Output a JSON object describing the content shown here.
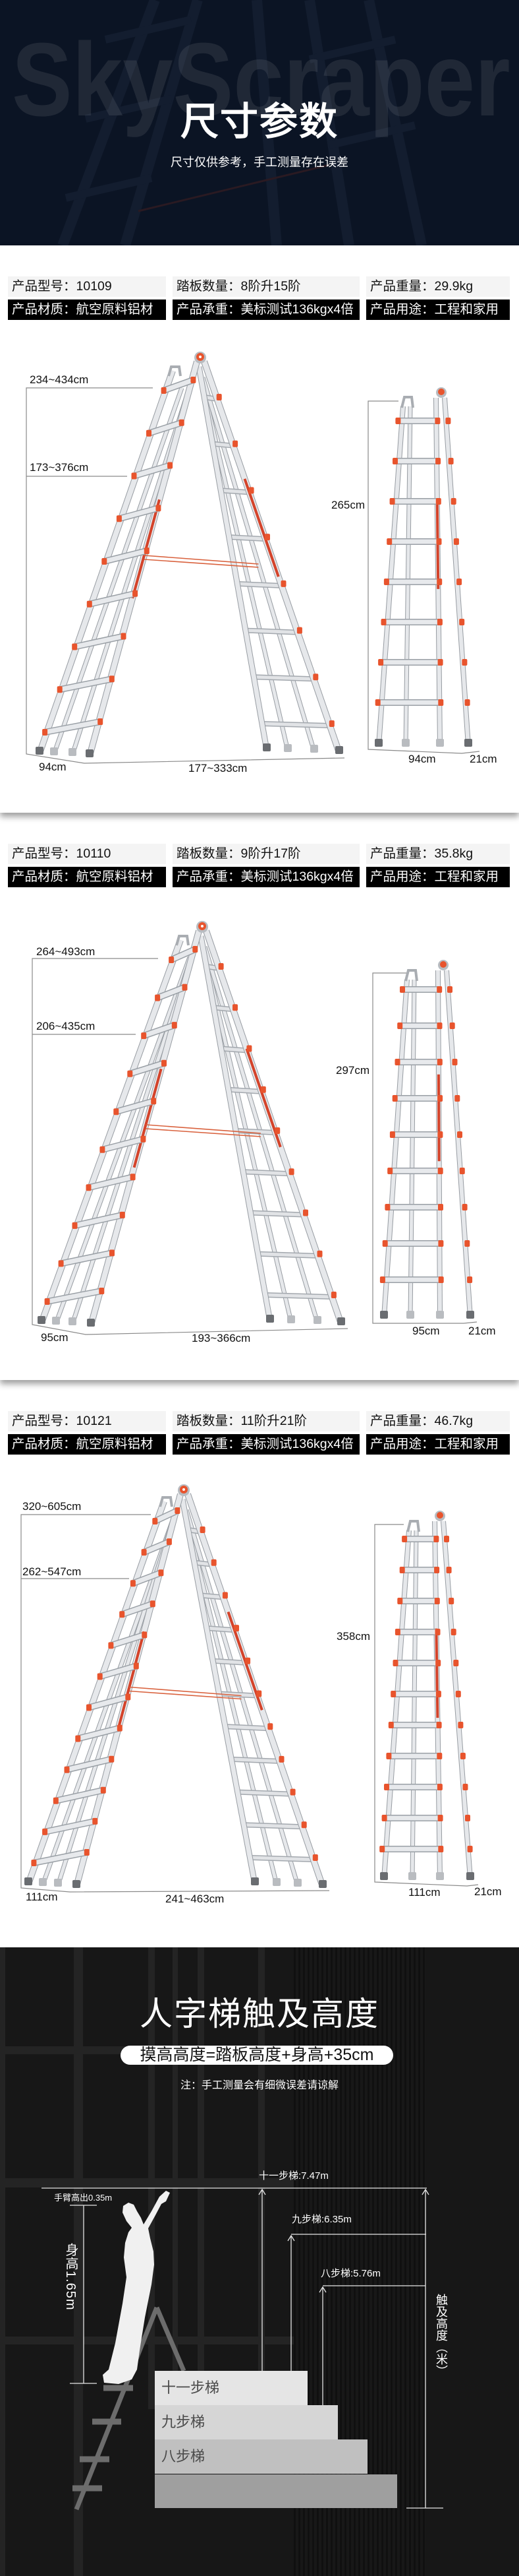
{
  "header": {
    "watermark": "SkyScraper",
    "title": "尺寸参数",
    "subtitle": "尺寸仅供参考，手工测量存在误差"
  },
  "labels": {
    "model": "产品型号：",
    "steps": "踏板数量：",
    "weight": "产品重量：",
    "material": "产品材质：",
    "load": "产品承重：",
    "usage": "产品用途："
  },
  "products": [
    {
      "model": "10109",
      "steps": "8阶升15阶",
      "weight": "29.9kg",
      "material": "航空原料铝材",
      "load": "美标测试136kgx4倍",
      "usage": "工程和家用",
      "dims": {
        "max_height": "234~434cm",
        "a_frame_height": "173~376cm",
        "base_depth": "94cm",
        "a_frame_spread": "177~333cm",
        "folded_height": "265cm",
        "folded_width": "94cm",
        "folded_depth": "21cm"
      }
    },
    {
      "model": "10110",
      "steps": "9阶升17阶",
      "weight": "35.8kg",
      "material": "航空原料铝材",
      "load": "美标测试136kgx4倍",
      "usage": "工程和家用",
      "dims": {
        "max_height": "264~493cm",
        "a_frame_height": "206~435cm",
        "base_depth": "95cm",
        "a_frame_spread": "193~366cm",
        "folded_height": "297cm",
        "folded_width": "95cm",
        "folded_depth": "21cm"
      }
    },
    {
      "model": "10121",
      "steps": "11阶升21阶",
      "weight": "46.7kg",
      "material": "航空原料铝材",
      "load": "美标测试136kgx4倍",
      "usage": "工程和家用",
      "dims": {
        "max_height": "320~605cm",
        "a_frame_height": "262~547cm",
        "base_depth": "111cm",
        "a_frame_spread": "241~463cm",
        "folded_height": "358cm",
        "folded_width": "111cm",
        "folded_depth": "21cm"
      }
    }
  ],
  "reach": {
    "title": "人字梯触及高度",
    "formula": "摸高高度=踏板高度+身高+35cm",
    "note": "注：手工测量会有细微误差请谅解",
    "arm_label": "手臂高出0.35m",
    "height_label": "身高1.65m",
    "axis_label": "触及高度（米）",
    "levels": [
      {
        "label": "十一步梯:7.47m",
        "ladder": "十一步梯",
        "height_m": 7.47
      },
      {
        "label": "九步梯:6.35m",
        "ladder": "九步梯",
        "height_m": 6.35
      },
      {
        "label": "八步梯:5.76m",
        "ladder": "八步梯",
        "height_m": 5.76
      }
    ],
    "steps": [
      "十一步梯",
      "九步梯",
      "八步梯",
      ""
    ]
  },
  "colors": {
    "header_bg": "#0b1424",
    "accent_orange": "#e8542d",
    "spec_light_bg": "#f4f4f4",
    "spec_dark_bg": "#000000",
    "reach_bg": "#171717"
  }
}
